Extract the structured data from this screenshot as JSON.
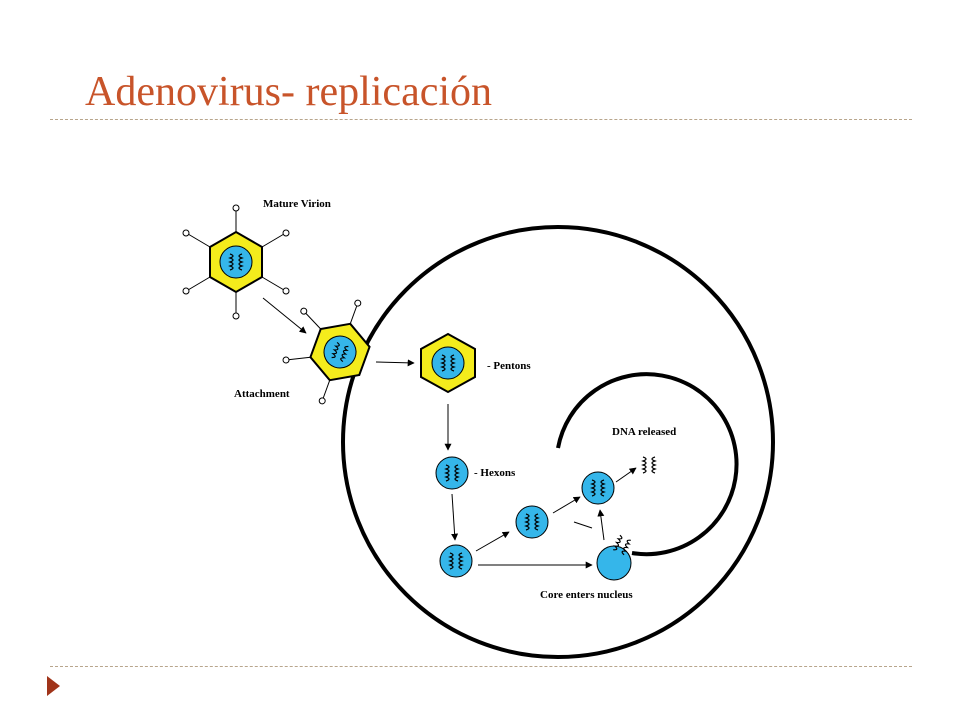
{
  "slide": {
    "title": "Adenovirus- replicación"
  },
  "diagram": {
    "labels": {
      "mature_virion": "Mature Virion",
      "attachment": "Attachment",
      "pentons": "- Pentons",
      "hexons": "- Hexons",
      "dna_released": "DNA released",
      "core_enters_nucleus": "Core enters nucleus"
    }
  },
  "colors": {
    "title": "#c8542a",
    "capsid": "#f4ec1c",
    "core": "#35b6ea",
    "bullet": "#a0341a"
  }
}
